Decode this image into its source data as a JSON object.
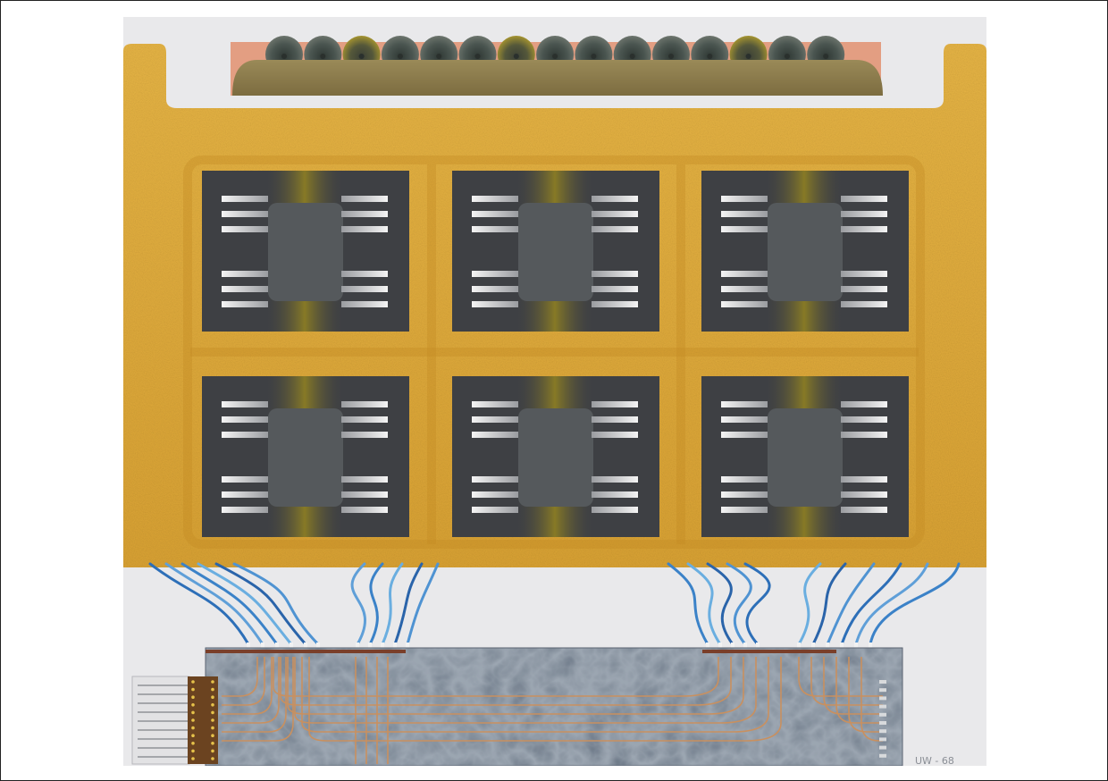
{
  "artwork": {
    "signature": "UW - 68",
    "palette": {
      "background": "#e9e9eb",
      "frame_ochre": "#e2ad3a",
      "frame_ochre_dark": "#c98f26",
      "panel_dark": "#3e4044",
      "panel_square": "#55595c",
      "glow_olive": "#8a7a1e",
      "roller_dark": "#3f4a46",
      "roller_ochre": "#9b8b2a",
      "salmon": "#e5a083",
      "khaki": "#8c7b4c",
      "wire_blue": "#2d6fb8",
      "wire_light_blue": "#5f9fd8",
      "board_gray": "#6f7b8a",
      "trace_copper": "#c88b5a",
      "connector_brown": "#6b4320"
    },
    "panels": 6,
    "rollers": 15
  }
}
